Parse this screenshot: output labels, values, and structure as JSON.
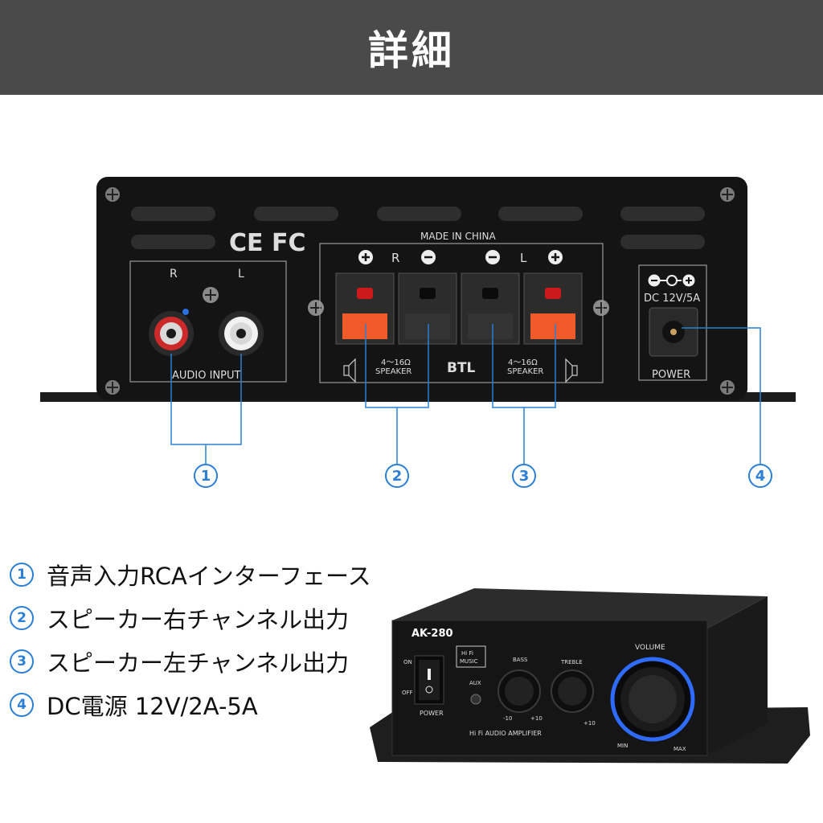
{
  "header": {
    "title": "詳細"
  },
  "panel": {
    "cert_marks": "CE FC",
    "made_in": "MADE IN CHINA",
    "input_r": "R",
    "input_l": "L",
    "audio_input": "AUDIO INPUT",
    "speaker_r": "R",
    "speaker_l": "L",
    "impedance": "4～16Ω",
    "speaker": "SPEAKER",
    "btl": "BTL",
    "dc_rating": "DC 12V/5A",
    "power": "POWER"
  },
  "callouts": [
    "1",
    "2",
    "3",
    "4"
  ],
  "legend": [
    {
      "num": "1",
      "text": "音声入力RCAインターフェース"
    },
    {
      "num": "2",
      "text": "スピーカー右チャンネル出力"
    },
    {
      "num": "3",
      "text": "スピーカー左チャンネル出力"
    },
    {
      "num": "4",
      "text": "DC電源 12V/2A-5A"
    }
  ],
  "product": {
    "model": "AK-280",
    "hifi_badge_1": "Hi Fi",
    "hifi_badge_2": "MUSIC",
    "on": "ON",
    "off": "OFF",
    "power": "POWER",
    "aux": "AUX",
    "bass": "BASS",
    "treble": "TREBLE",
    "volume": "VOLUME",
    "min": "MIN",
    "max": "MAX",
    "amp_label": "Hi Fi AUDIO AMPLIFIER",
    "minus10": "-10",
    "plus10": "+10"
  },
  "colors": {
    "header_bg": "#4a4a4a",
    "callout_blue": "#2b7fd6",
    "panel_black": "#141414",
    "terminal_red": "#e8452a",
    "volume_glow": "#2f6bff"
  }
}
